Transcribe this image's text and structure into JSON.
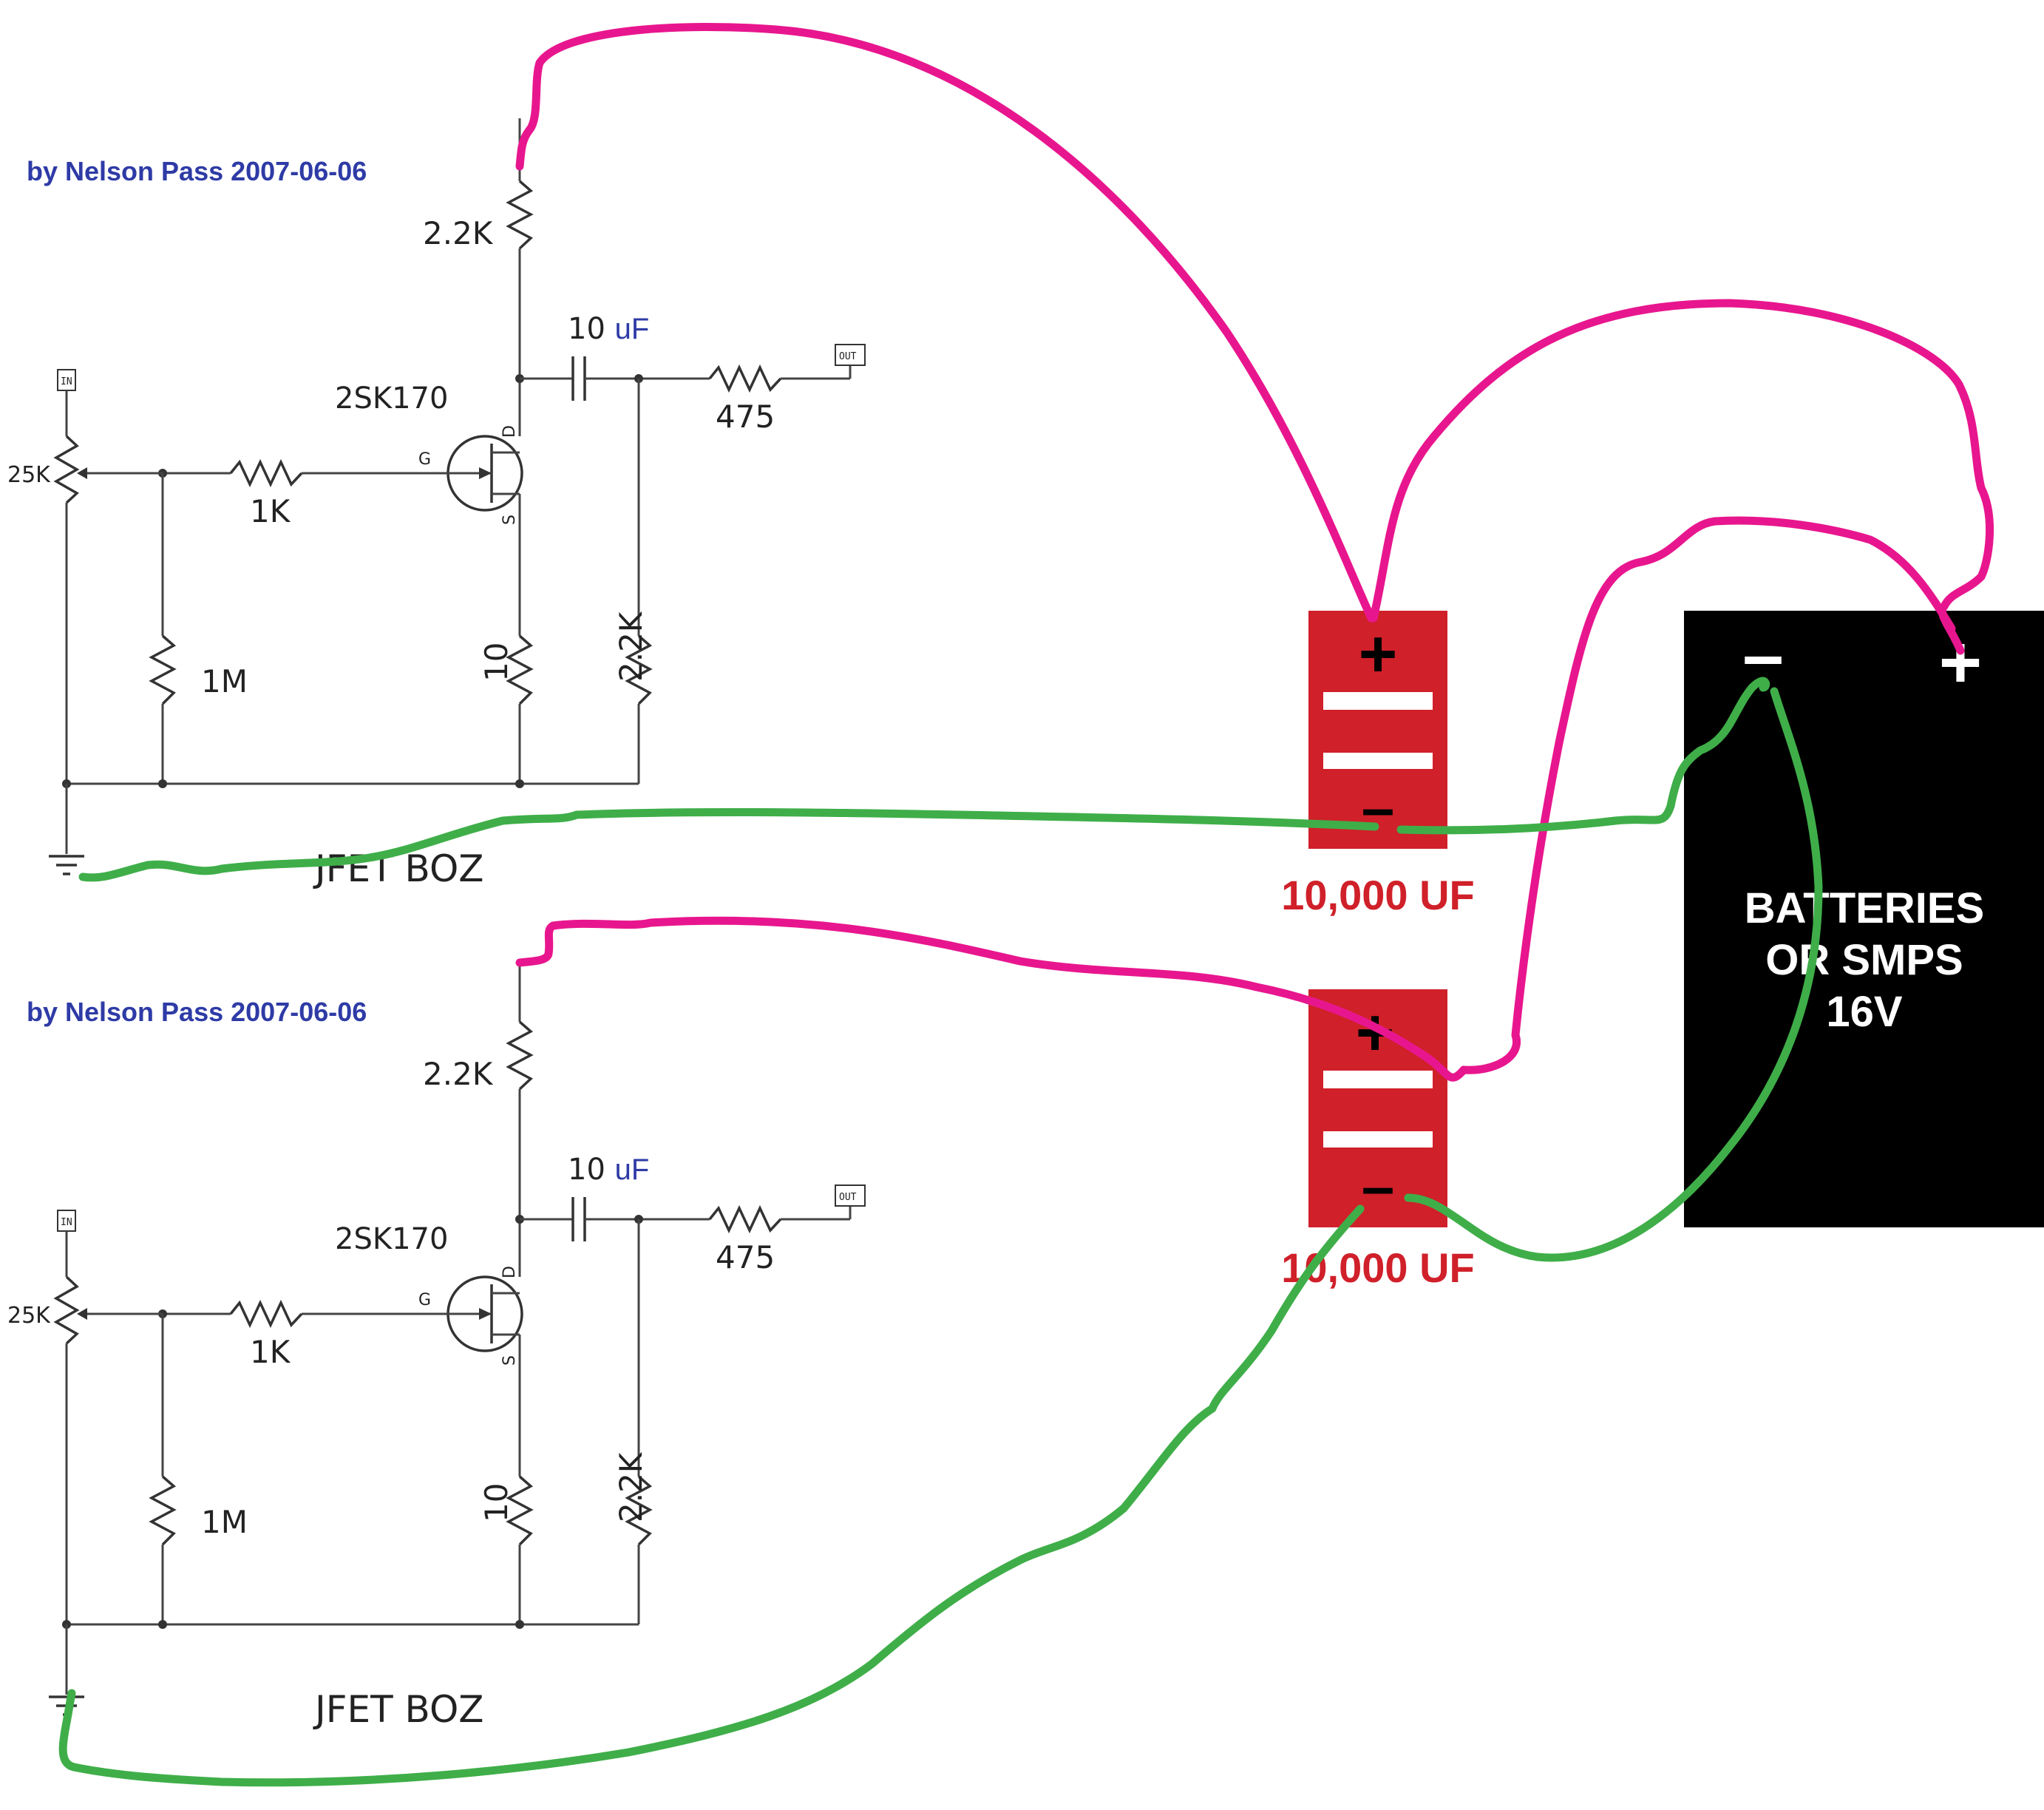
{
  "colors": {
    "positive_wire": "#e8168e",
    "negative_wire": "#3fae49",
    "capacitor_body": "#d0202a",
    "battery_body": "#000000",
    "credit_text": "#2e3ba6",
    "uf_text": "#2e3ba6",
    "schematic_line": "#333333"
  },
  "schematics": [
    {
      "credit": "by Nelson Pass 2007-06-06",
      "title": "JFET BOZ",
      "r_drain": "2.2K",
      "cap_value": "10",
      "cap_unit": "uF",
      "transistor": "2SK170",
      "pin_g": "G",
      "pin_d": "D",
      "pin_s": "S",
      "pot": "25K",
      "r_gate": "1K",
      "r_out": "475",
      "r_bias": "1M",
      "r_source": "10",
      "r_load": "2.2K",
      "in_tag": "IN",
      "out_tag": "OUT"
    },
    {
      "credit": "by Nelson Pass 2007-06-06",
      "title": "JFET BOZ",
      "r_drain": "2.2K",
      "cap_value": "10",
      "cap_unit": "uF",
      "transistor": "2SK170",
      "pin_g": "G",
      "pin_d": "D",
      "pin_s": "S",
      "pot": "25K",
      "r_gate": "1K",
      "r_out": "475",
      "r_bias": "1M",
      "r_source": "10",
      "r_load": "2.2K",
      "in_tag": "IN",
      "out_tag": "OUT"
    }
  ],
  "capacitors": [
    {
      "label": "10,000 UF",
      "plus": "+",
      "minus": "–"
    },
    {
      "label": "10,000 UF",
      "plus": "+",
      "minus": "–"
    }
  ],
  "battery": {
    "line1": "BATTERIES",
    "line2": "OR SMPS",
    "line3": "16V",
    "minus": "–",
    "plus": "+"
  }
}
